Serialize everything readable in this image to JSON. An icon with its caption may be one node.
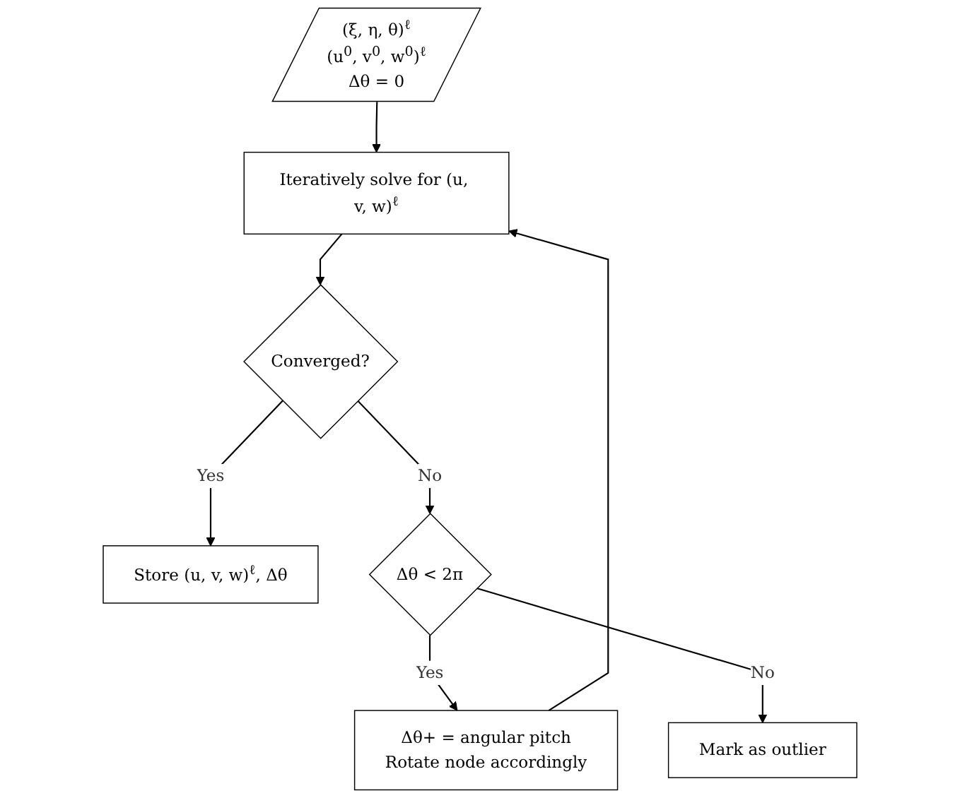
{
  "diagram": {
    "nodes": [
      {
        "text": [
          "(ξ, η, θ)$^{ℓ}$",
          "(u$^{0}$, v$^{0}$, w$^{0}$)$^{ℓ}$",
          "Δθ = 0"
        ]
      },
      {
        "text": [
          "Iteratively solve for (u, v, w)$^{ℓ}$"
        ]
      },
      {
        "text": [
          "Converged?"
        ]
      },
      {
        "text": [
          "Store (u, v, w)$^{ℓ}$, Δθ"
        ]
      },
      {
        "text": [
          "Δθ < 2π"
        ]
      },
      {
        "text": [
          "Δθ+ = angular pitch",
          "Rotate node accordingly"
        ]
      },
      {
        "text": [
          "Mark as outlier"
        ]
      }
    ],
    "edges": [
      {
        "from": 0,
        "to": 1,
        "arrow": "to"
      },
      {
        "from": 1,
        "to": 2,
        "arrow": "to"
      },
      {
        "from": 2,
        "to": 3,
        "arrow": "to",
        "label": "Yes"
      },
      {
        "from": 2,
        "to": 4,
        "arrow": "to",
        "label": "No"
      },
      {
        "from": 4,
        "to": 5,
        "arrow": "to",
        "label": "Yes"
      },
      {
        "from": 5,
        "to": 1,
        "arrow": "to"
      },
      {
        "from": 4,
        "to": 6,
        "arrow": "to",
        "label": "No"
      }
    ]
  }
}
